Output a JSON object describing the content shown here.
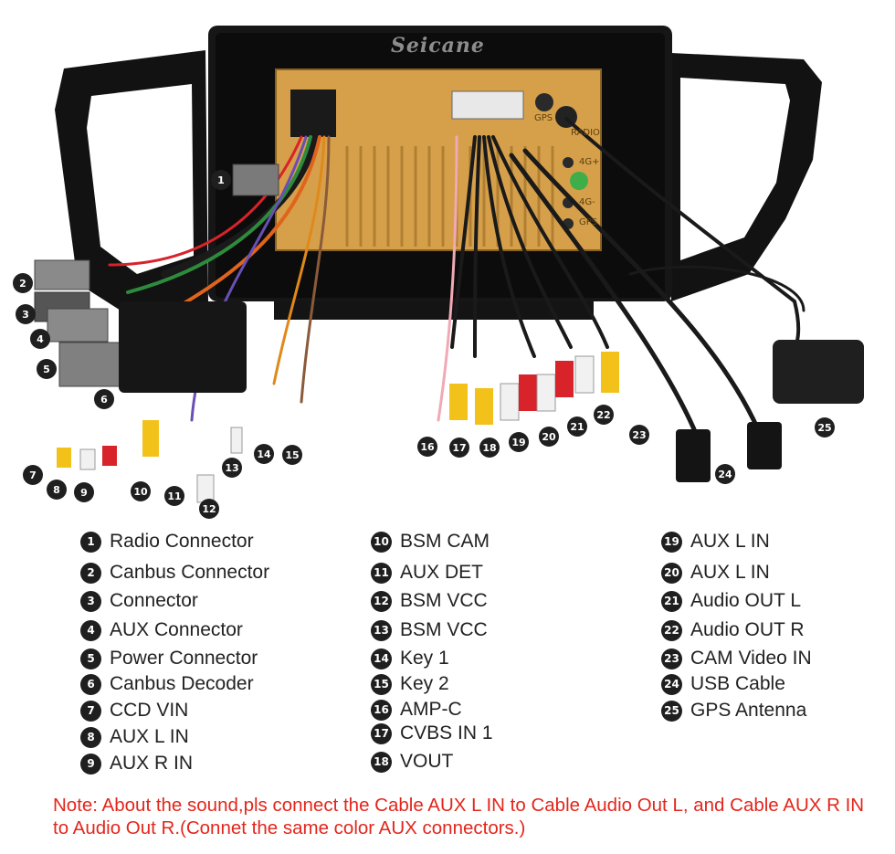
{
  "brand": "Seicane",
  "port_labels": {
    "gps_top": "GPS",
    "radio": "RADIO",
    "four_g_top": "4G+",
    "four_g_bottom": "4G-",
    "gps_bottom": "GPS"
  },
  "legend": [
    {
      "num": "1",
      "label": "Radio Connector"
    },
    {
      "num": "2",
      "label": "Canbus Connector"
    },
    {
      "num": "3",
      "label": "Connector"
    },
    {
      "num": "4",
      "label": "AUX Connector"
    },
    {
      "num": "5",
      "label": "Power Connector"
    },
    {
      "num": "6",
      "label": "Canbus Decoder"
    },
    {
      "num": "7",
      "label": "CCD VIN"
    },
    {
      "num": "8",
      "label": "AUX L IN"
    },
    {
      "num": "9",
      "label": "AUX R IN"
    },
    {
      "num": "10",
      "label": "BSM CAM"
    },
    {
      "num": "11",
      "label": "AUX DET"
    },
    {
      "num": "12",
      "label": "BSM VCC"
    },
    {
      "num": "13",
      "label": "BSM VCC"
    },
    {
      "num": "14",
      "label": "Key 1"
    },
    {
      "num": "15",
      "label": "Key 2"
    },
    {
      "num": "16",
      "label": "AMP-C"
    },
    {
      "num": "17",
      "label": "CVBS IN 1"
    },
    {
      "num": "18",
      "label": "VOUT"
    },
    {
      "num": "19",
      "label": "AUX L IN"
    },
    {
      "num": "20",
      "label": "AUX L IN"
    },
    {
      "num": "21",
      "label": "Audio OUT L"
    },
    {
      "num": "22",
      "label": "Audio OUT R"
    },
    {
      "num": "23",
      "label": "CAM Video IN"
    },
    {
      "num": "24",
      "label": "USB Cable"
    },
    {
      "num": "25",
      "label": "GPS Antenna"
    }
  ],
  "note": "Note: About the sound,pls connect the Cable AUX L IN to Cable Audio Out L, and Cable AUX R IN to  Audio Out R.(Connet the same color AUX connectors.)",
  "colors": {
    "badge": "#1f1f1f",
    "note": "#e3261c",
    "chassis": "#d6a04a",
    "bezel": "#141414",
    "rca_yellow": "#f2c21b",
    "rca_red": "#d8232a",
    "rca_white": "#f1f1f1"
  }
}
